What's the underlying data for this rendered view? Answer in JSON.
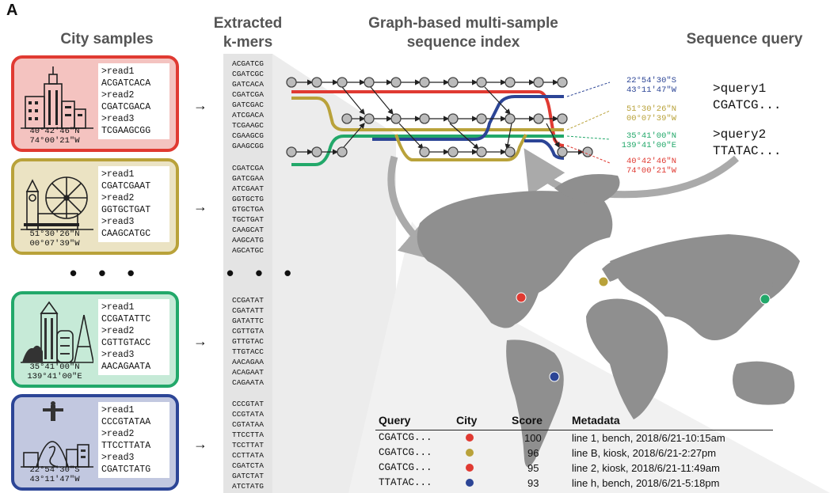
{
  "panel_label": "A",
  "headers": {
    "city_samples": "City samples",
    "extracted_kmers_1": "Extracted",
    "extracted_kmers_2": "k-mers",
    "graph_index_1": "Graph-based multi-sample",
    "graph_index_2": "sequence index",
    "sequence_query": "Sequence query"
  },
  "colors": {
    "red": "#e03a32",
    "gold": "#b9a23a",
    "green": "#22a86a",
    "blue": "#2c4596"
  },
  "cities": [
    {
      "color": "#e03a32",
      "bg": "#f4c3c0",
      "reads": [
        ">read1",
        "ACGATCACA",
        ">read2",
        "CGATCGACA",
        ">read3",
        "TCGAAGCGG"
      ],
      "coord": [
        "40°42'46\"N",
        "74°00'21\"W"
      ],
      "kmers": [
        "ACGATCG",
        "CGATCGC",
        "GATCACA",
        "CGATCGA",
        "GATCGAC",
        "ATCGACA",
        "TCGAAGC",
        "CGAAGCG",
        "GAAGCGG"
      ]
    },
    {
      "color": "#b9a23a",
      "bg": "#ebe3c3",
      "reads": [
        ">read1",
        "CGATCGAAT",
        ">read2",
        "GGTGCTGAT",
        ">read3",
        "CAAGCATGC"
      ],
      "coord": [
        "51°30'26\"N",
        "00°07'39\"W"
      ],
      "kmers": [
        "CGATCGA",
        "GATCGAA",
        "ATCGAAT",
        "GGTGCTG",
        "GTGCTGA",
        "TGCTGAT",
        "CAAGCAT",
        "AAGCATG",
        "AGCATGC"
      ]
    },
    {
      "color": "#22a86a",
      "bg": "#c6ead7",
      "reads": [
        ">read1",
        "CCGATATTC",
        ">read2",
        "CGTTGTACC",
        ">read3",
        "AACAGAATA"
      ],
      "coord": [
        "35°41'00\"N",
        "139°41'00\"E"
      ],
      "kmers": [
        "CCGATAT",
        "CGATATT",
        "GATATTC",
        "CGTTGTA",
        "GTTGTAC",
        "TTGTACC",
        "AACAGAA",
        "ACAGAAT",
        "CAGAATA"
      ]
    },
    {
      "color": "#2c4596",
      "bg": "#c2c8e0",
      "reads": [
        ">read1",
        "CCCGTATAA",
        ">read2",
        "TTCCTTATA",
        ">read3",
        "CGATCTATG"
      ],
      "coord": [
        "22°54'30\"S",
        "43°11'47\"W"
      ],
      "kmers": [
        "CCCGTAT",
        "CCGTATA",
        "CGTATAA",
        "TTCCTTA",
        "TCCTTAT",
        "CCTTATA",
        "CGATCTA",
        "GATCTAT",
        "ATCTATG"
      ]
    }
  ],
  "ellipsis": "• • •",
  "graph_coords": [
    {
      "lat": "22°54'30\"S",
      "lon": "43°11'47\"W",
      "color": "#2c4596"
    },
    {
      "lat": "51°30'26\"N",
      "lon": "00°07'39\"W",
      "color": "#b9a23a"
    },
    {
      "lat": "35°41'00\"N",
      "lon": "139°41'00\"E",
      "color": "#22a86a"
    },
    {
      "lat": "40°42'46\"N",
      "lon": "74°00'21\"W",
      "color": "#e03a32"
    }
  ],
  "queries": [
    {
      "name": ">query1",
      "seq": "CGATCG..."
    },
    {
      "name": ">query2",
      "seq": "TTATAC..."
    }
  ],
  "results": {
    "headers": [
      "Query",
      "City",
      "Score",
      "Metadata"
    ],
    "rows": [
      {
        "query": "CGATCG...",
        "city_color": "#e03a32",
        "score": "100",
        "metadata": "line 1,  bench, 2018/6/21-10:15am"
      },
      {
        "query": "CGATCG...",
        "city_color": "#b9a23a",
        "score": "96",
        "metadata": "line B,  kiosk, 2018/6/21-2:27pm"
      },
      {
        "query": "CGATCG...",
        "city_color": "#e03a32",
        "score": "95",
        "metadata": "line 2,  kiosk, 2018/6/21-11:49am"
      },
      {
        "query": "TTATAC...",
        "city_color": "#2c4596",
        "score": "93",
        "metadata": "line h,  bench, 2018/6/21-5:18pm"
      }
    ]
  }
}
